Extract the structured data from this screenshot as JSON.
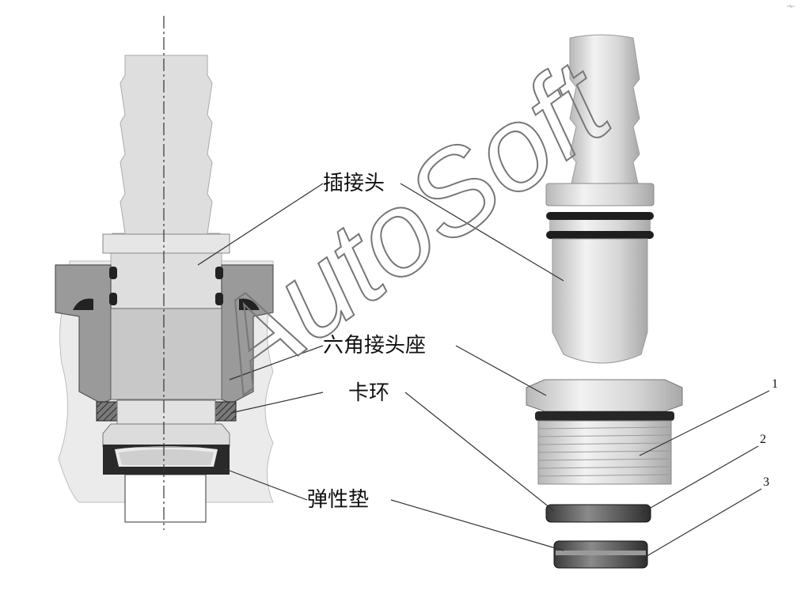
{
  "callouts": {
    "plug_connector": "插接头",
    "hex_socket": "六角接头座",
    "snap_ring": "卡环",
    "elastic_pad": "弹性垫"
  },
  "numbers": {
    "n1": "1",
    "n2": "2",
    "n3": "3"
  },
  "watermark": "AutoSoft",
  "colors": {
    "housing": "#ebebeb",
    "part_light": "#dcdcdc",
    "part_mid": "#c4c4c4",
    "part_dark": "#9a9a9a",
    "seal_black": "#222222",
    "hatch": "#555555"
  }
}
